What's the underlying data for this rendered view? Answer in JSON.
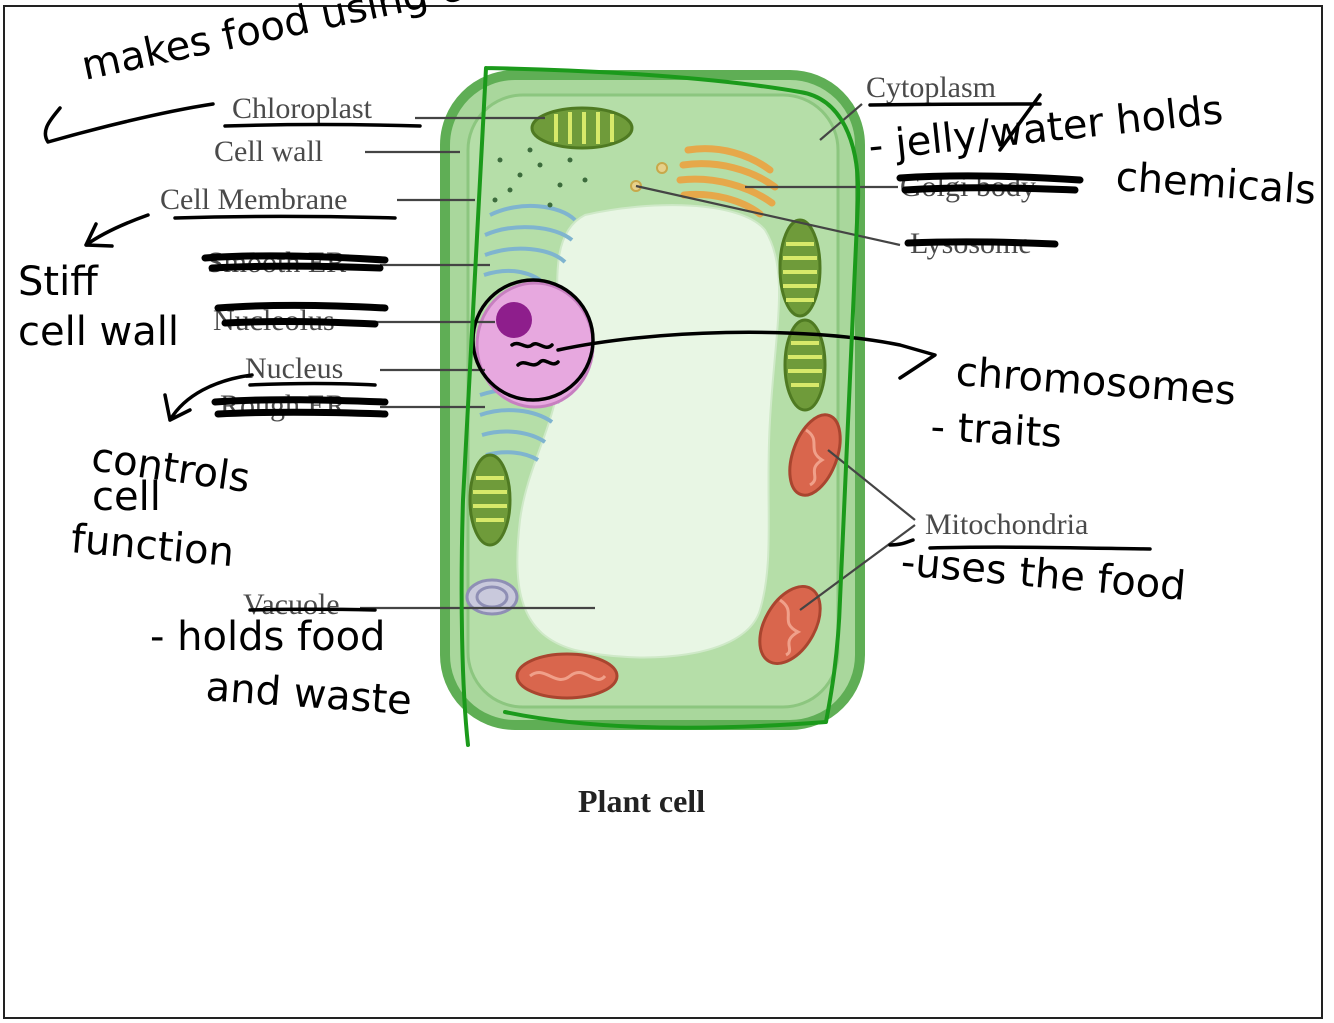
{
  "diagram": {
    "caption": "Plant cell",
    "labels": {
      "chloroplast": "Chloroplast",
      "cell_wall": "Cell wall",
      "cell_membrane": "Cell Membrane",
      "smooth_er": "Smooth ER",
      "nucleolus": "Nucleolus",
      "nucleus": "Nucleus",
      "rough_er": "Rough ER",
      "vacuole": "Vacuole",
      "cytoplasm": "Cytoplasm",
      "golgi_body": "Golgi body",
      "lysosome": "Lysosome",
      "mitochondria": "Mitochondria"
    }
  },
  "annotations": {
    "chloroplast_note": "makes food using chlorophyl",
    "cell_wall_note_1": "Stiff",
    "cell_wall_note_2": "cell wall",
    "nucleus_note_1": "controls",
    "nucleus_note_2": "cell",
    "nucleus_note_3": "function",
    "vacuole_note_1": "- holds food",
    "vacuole_note_2": "and waste",
    "cytoplasm_note_1": "- jelly/water holds",
    "cytoplasm_note_2": "chemicals",
    "chromosomes_note_1": "chromosomes",
    "chromosomes_note_2": "- traits",
    "mitochondria_note": "-uses the food"
  },
  "colors": {
    "cell_fill": "#a9d79c",
    "cell_outline": "#5fae55",
    "vacuole": "#e8f6e4",
    "nucleus": "#e7a8df",
    "nucleolus": "#8e1e8c",
    "chloroplast": "#6f9b3a",
    "mitochondria": "#d9664d",
    "golgi": "#e6a84a",
    "er": "#7fb4cf",
    "annotation_ink": "#000000",
    "green_outline_ink": "#1b9a1b"
  }
}
